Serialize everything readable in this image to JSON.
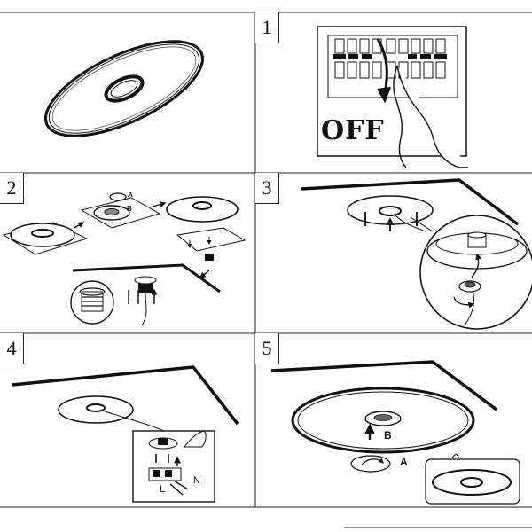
{
  "header_fragment": "",
  "steps": [
    {
      "number": "1"
    },
    {
      "number": "2"
    },
    {
      "number": "3"
    },
    {
      "number": "4"
    },
    {
      "number": "5"
    }
  ],
  "step1": {
    "switch_label": "OFF"
  },
  "step2": {
    "label_a": "A",
    "label_b": "B"
  },
  "step4": {
    "wire_l": "L",
    "wire_n": "N"
  },
  "step5": {
    "label_b": "B",
    "label_a": "A"
  }
}
